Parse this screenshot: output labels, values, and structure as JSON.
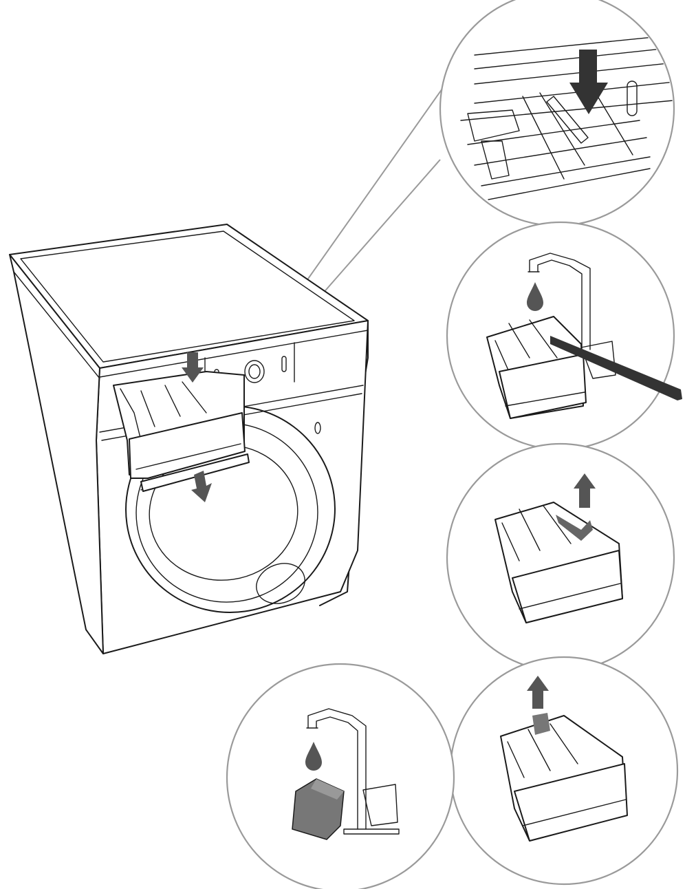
{
  "illustration": {
    "description_visible_text": "",
    "colors": {
      "line": "#1a1a1a",
      "bubble_outline": "#9a9a9a",
      "arrow": "#555555",
      "fill": "#ffffff"
    },
    "steps": [
      {
        "id": "step-1",
        "icon": "press-release-lever-arrow-icon"
      },
      {
        "id": "step-2",
        "icon": "rinse-drawer-with-brush-icon"
      },
      {
        "id": "step-3",
        "icon": "lift-siphon-arrow-icon"
      },
      {
        "id": "step-4",
        "icon": "remove-cap-arrow-icon"
      },
      {
        "id": "step-5",
        "icon": "rinse-cap-under-tap-icon"
      }
    ]
  }
}
